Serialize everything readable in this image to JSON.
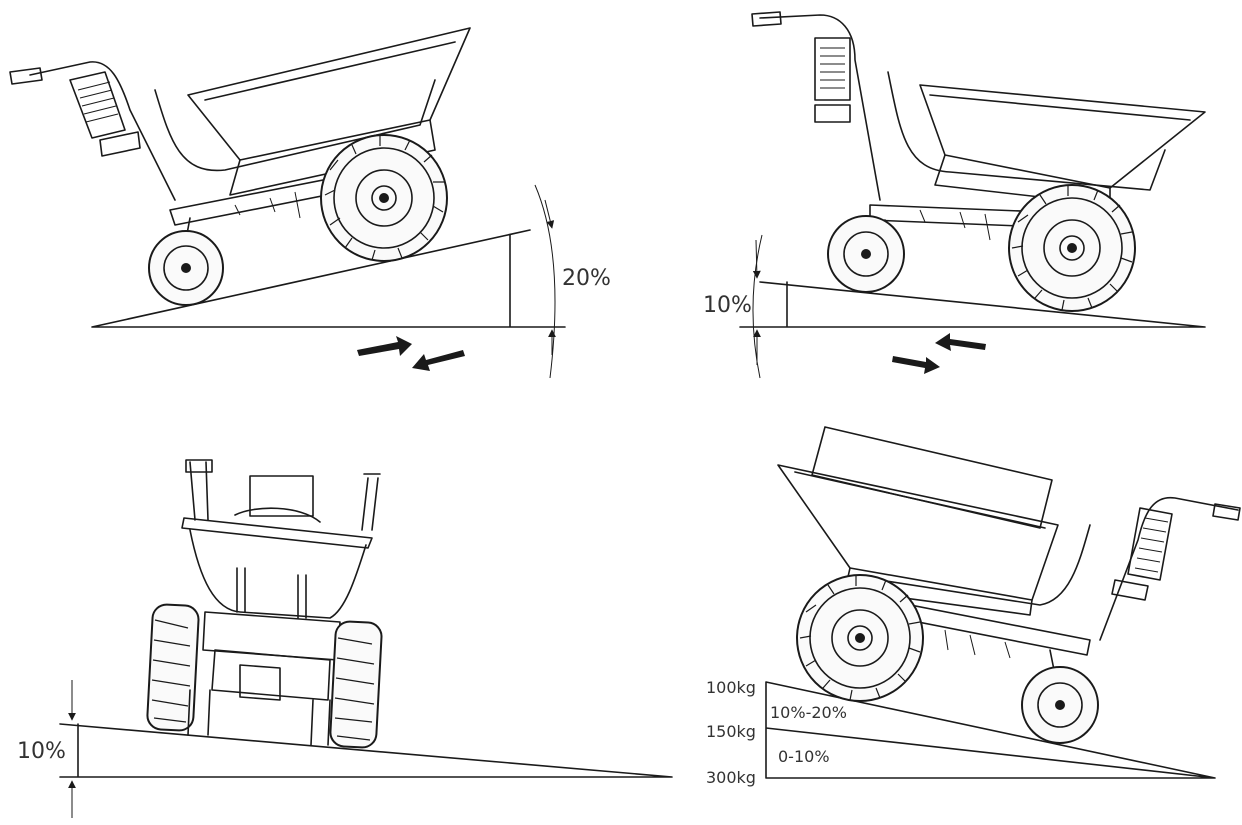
{
  "panels": {
    "uphill": {
      "slope_label": "20%"
    },
    "downhill": {
      "slope_label": "10%"
    },
    "side": {
      "slope_label": "10%"
    },
    "load": {
      "weights": [
        "100kg",
        "150kg",
        "300kg"
      ],
      "ranges": [
        "10%-20%",
        "0-10%"
      ]
    }
  },
  "colors": {
    "line": "#1a1a1a",
    "background": "#ffffff"
  }
}
